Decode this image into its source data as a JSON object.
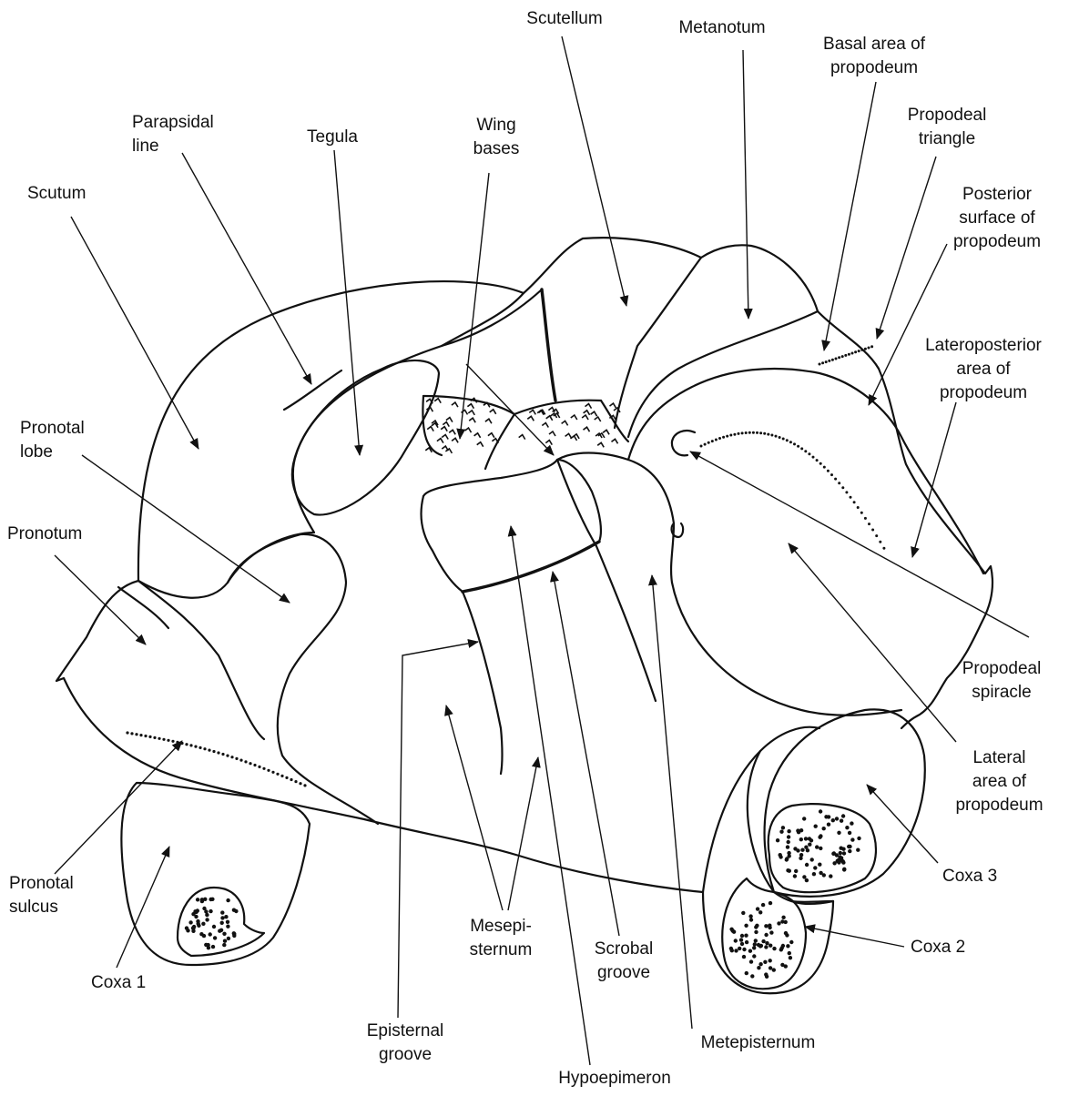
{
  "labels": {
    "scutellum": "Scutellum",
    "metanotum": "Metanotum",
    "basal_area": "Basal area of\npropodeum",
    "propodeal_triangle": "Propodeal\ntriangle",
    "posterior_surface": "Posterior\nsurface of\npropodeum",
    "lateroposterior": "Lateroposterior\narea of\npropodeum",
    "parapsidal_line": "Parapsidal\nline",
    "tegula": "Tegula",
    "wing_bases": "Wing\nbases",
    "scutum": "Scutum",
    "pronotal_lobe": "Pronotal\nlobe",
    "pronotum": "Pronotum",
    "propodeal_spiracle": "Propodeal\nspiracle",
    "lateral_area": "Lateral\narea of\npropodeum",
    "coxa3": "Coxa 3",
    "coxa2": "Coxa 2",
    "pronotal_sulcus": "Pronotal\nsulcus",
    "coxa1": "Coxa 1",
    "mesepisternum": "Mesepi-\nsternum",
    "scrobal_groove": "Scrobal\ngroove",
    "episternal_groove": "Episternal\ngroove",
    "metepisternum": "Metepisternum",
    "hypoepimeron": "Hypoepimeron"
  }
}
